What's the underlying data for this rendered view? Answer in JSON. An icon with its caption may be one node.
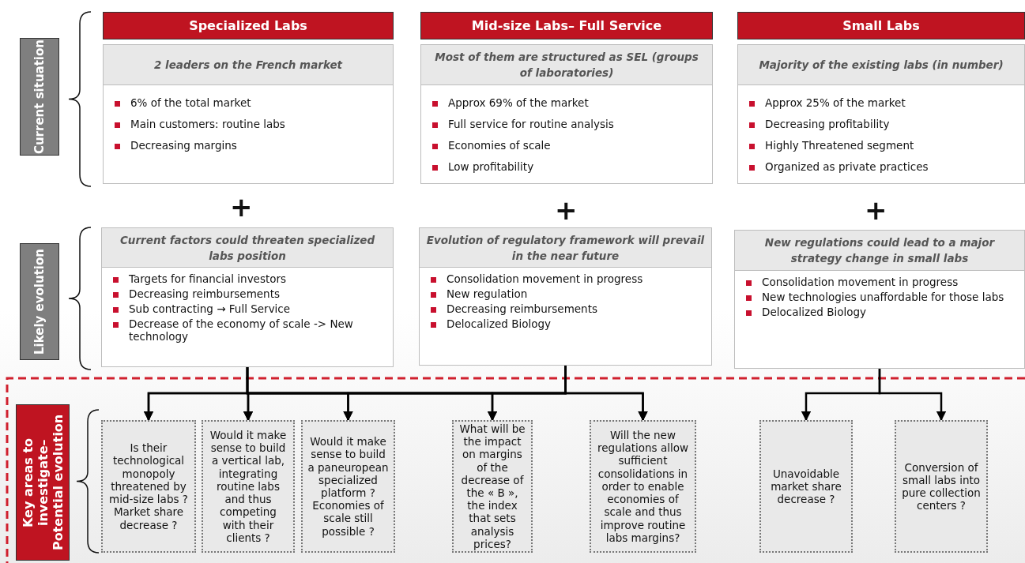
{
  "diagram": {
    "nodes": [
      {
        "text": [
          "Current situation"
        ]
      },
      {
        "text": [
          "Specialized Labs"
        ]
      },
      {
        "text": [
          "Mid-size Labs– Full Service"
        ]
      },
      {
        "text": [
          "Small Labs"
        ]
      },
      {
        "text": [
          "2 leaders on the French market",
          "6% of the total market",
          "Main customers: routine labs",
          "Decreasing margins"
        ]
      },
      {
        "text": [
          "Most of them are structured as SEL (groups of laboratories)",
          "Approx 69% of the market",
          "Full service for routine analysis",
          "Economies of scale",
          "Low profitability"
        ]
      },
      {
        "text": [
          "Majority of the existing labs (in number)",
          "Approx 25% of the market",
          "Decreasing profitability",
          "Highly Threatened segment",
          "Organized as private practices"
        ]
      },
      {
        "text": [
          "Likely evolution"
        ]
      },
      {
        "text": [
          "Current factors could threaten specialized labs position",
          "Targets for financial investors",
          "Decreasing reimbursements",
          "Sub contracting → Full Service",
          "Decrease of the economy of scale -> New technology"
        ]
      },
      {
        "text": [
          "Evolution of regulatory framework will prevail in the near future",
          "Consolidation movement in progress",
          "New regulation",
          "Decreasing reimbursements",
          "Delocalized Biology"
        ]
      },
      {
        "text": [
          "New regulations could lead to a major strategy change in small labs",
          "Consolidation movement in progress",
          "New technologies unaffordable for those labs",
          "Delocalized Biology"
        ]
      },
      {
        "text": [
          "Key areas to investigate– Potential evolution"
        ]
      },
      {
        "text": [
          "Is their technological monopoly threatened by mid-size labs ? Market share decrease ?"
        ]
      },
      {
        "text": [
          "Would it make sense to build a vertical lab, integrating routine labs and thus competing with their clients ?"
        ]
      },
      {
        "text": [
          "Would it make sense to build a paneuropean specialized platform ? Economies of scale still possible ?"
        ]
      },
      {
        "text": [
          "What will be the impact on margins of the decrease of the « B », the index that sets analysis prices?"
        ]
      },
      {
        "text": [
          "Will the new regulations allow sufficient consolidations in order to enable economies of scale and thus improve routine labs margins?"
        ]
      },
      {
        "text": [
          "Unavoidable market share decrease ?"
        ]
      },
      {
        "text": [
          "Conversion of small labs into pure collection centers ?"
        ]
      }
    ],
    "edges": [
      {
        "from": 8,
        "to": 12,
        "arrow": "to"
      },
      {
        "from": 8,
        "to": 13,
        "arrow": "to"
      },
      {
        "from": 8,
        "to": 14,
        "arrow": "to"
      },
      {
        "from": 8,
        "to": 15,
        "arrow": "to"
      },
      {
        "from": 8,
        "to": 16,
        "arrow": "to"
      },
      {
        "from": 9,
        "to": 12,
        "arrow": "to"
      },
      {
        "from": 9,
        "to": 13,
        "arrow": "to"
      },
      {
        "from": 9,
        "to": 14,
        "arrow": "to"
      },
      {
        "from": 9,
        "to": 15,
        "arrow": "to"
      },
      {
        "from": 9,
        "to": 16,
        "arrow": "to"
      },
      {
        "from": 10,
        "to": 17,
        "arrow": "to"
      },
      {
        "from": 10,
        "to": 18,
        "arrow": "to"
      }
    ],
    "labels": [
      "+",
      "+",
      "+"
    ]
  }
}
